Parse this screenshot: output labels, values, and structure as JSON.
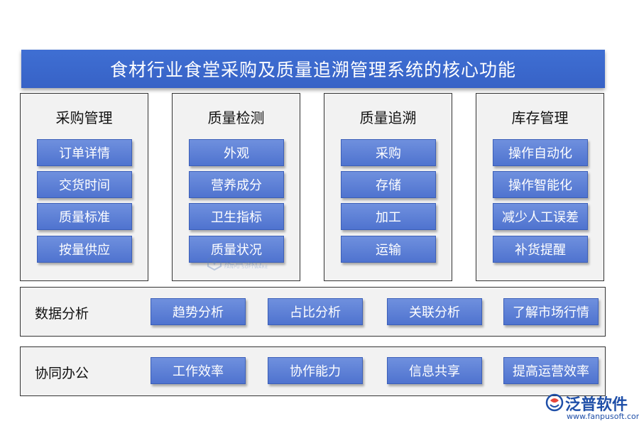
{
  "title": "食材行业食堂采购及质量追溯管理系统的核心功能",
  "panels": [
    {
      "title": "采购管理",
      "items": [
        "订单详情",
        "交货时间",
        "质量标准",
        "按量供应"
      ]
    },
    {
      "title": "质量检测",
      "items": [
        "外观",
        "营养成分",
        "卫生指标",
        "质量状况"
      ]
    },
    {
      "title": "质量追溯",
      "items": [
        "采购",
        "存储",
        "加工",
        "运输"
      ]
    },
    {
      "title": "库存管理",
      "items": [
        "操作自动化",
        "操作智能化",
        "减少人工误差",
        "补货提醒"
      ]
    }
  ],
  "rows": [
    {
      "label": "数据分析",
      "items": [
        "趋势分析",
        "占比分析",
        "关联分析",
        "了解市场行情"
      ]
    },
    {
      "label": "协同办公",
      "items": [
        "工作效率",
        "协作能力",
        "信息共享",
        "提高运营效率"
      ]
    }
  ],
  "watermark": {
    "main": "泛普软件",
    "sub": "FANPU SOFTWARE"
  },
  "logo": {
    "name": "泛普软件",
    "url": "www.fanpusoft.com"
  },
  "colors": {
    "title_bar": "#3f6fd3",
    "button": "#5b7fd6",
    "panel_bg": "#f2f2f2",
    "logo": "#1f4fa8"
  }
}
